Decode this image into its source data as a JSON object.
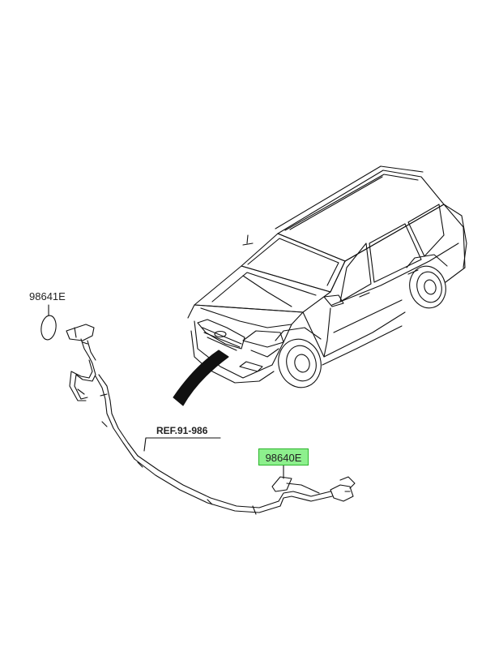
{
  "diagram": {
    "parts": [
      {
        "id": "98641E",
        "label": "98641E",
        "highlighted": false
      },
      {
        "id": "98640E",
        "label": "98640E",
        "highlighted": true
      }
    ],
    "reference": "REF.91-986",
    "highlight_fill": "#8df08d",
    "highlight_border": "#2bb52b",
    "line_color": "#111111"
  }
}
